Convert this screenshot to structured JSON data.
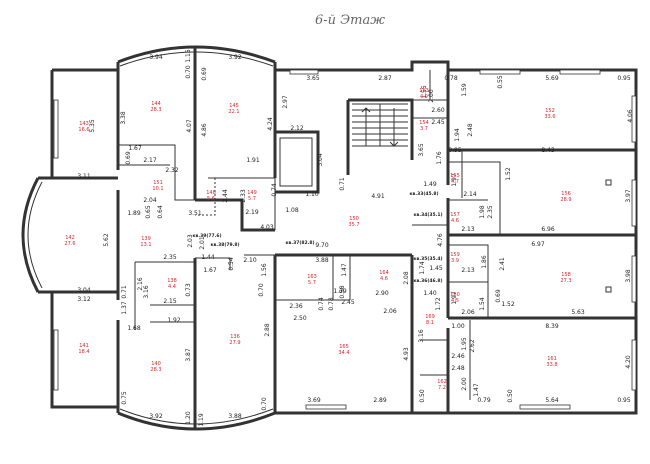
{
  "title": "6-й Этаж",
  "dimensions": {
    "d394": "3.94",
    "d070a": "0.70",
    "d015": "1.15",
    "d069a": "0.69",
    "d392": "3.92",
    "d365": "3.65",
    "d287": "2.87",
    "d155": "1.55",
    "d078": "0.78",
    "d159": "1.59",
    "d569": "5.69",
    "d055": "0.55",
    "d095a": "0.95",
    "d535": "5.35",
    "d338": "3.38",
    "d407": "4.07",
    "d486": "4.86",
    "d424": "4.24",
    "d297": "2.97",
    "d212": "2.12",
    "d304": "3.04",
    "d200": "2.00",
    "d260": "2.60",
    "d245": "2.45",
    "d194": "1.94",
    "d248": "2.48",
    "d406": "4.06",
    "d167": "1.67",
    "d069b": "0.69",
    "d217": "2.17",
    "d232": "2.32",
    "d191": "1.91",
    "d311": "3.11",
    "d110": "1.10",
    "d365b": "3.65",
    "d176": "1.76",
    "d095b": "0.95",
    "d843": "8.43",
    "d197": "1.97",
    "d152": "1.52",
    "d149": "1.49",
    "d204": "2.04",
    "d244": "2.44",
    "d233": "2.33",
    "d074": "0.74",
    "d071": "0.71",
    "d491": "4.91",
    "d214": "2.14",
    "d397": "3.97",
    "d189": "1.89",
    "d065": "0.65",
    "d064": "0.64",
    "d351": "3.51",
    "d219": "2.19",
    "d108": "1.08",
    "d403": "4.03",
    "d198": "1.98",
    "d235": "2.35",
    "d213a": "2.13",
    "d696": "6.96",
    "d562": "5.62",
    "d203": "2.03",
    "d201": "2.01",
    "d970": "9.70",
    "d476": "4.76",
    "d697": "6.97",
    "d235b": "2.35",
    "d144": "1.44",
    "d054": "0.54",
    "d210": "2.10",
    "d388": "3.88",
    "d186": "1.86",
    "d213b": "2.13",
    "d241": "2.41",
    "d398": "3.98",
    "d167b": "1.67",
    "d156": "1.56",
    "d147": "1.47",
    "d208": "2.08",
    "d174": "1.74",
    "d145": "1.45",
    "d304b": "3.04",
    "d312": "3.12",
    "d071b": "0.71",
    "d216": "2.16",
    "d316": "3.16",
    "d073": "0.73",
    "d070b": "0.70",
    "d139": "1.39",
    "d058": "0.58",
    "d290": "2.90",
    "d140": "1.40",
    "d197b": "1.97",
    "d069c": "0.69",
    "d152b": "1.52",
    "d137": "1.37",
    "d215": "2.15",
    "d236": "2.36",
    "d074b": "0.74",
    "d078b": "0.78",
    "d245b": "2.45",
    "d154": "1.54",
    "d563": "5.63",
    "d168": "1.68",
    "d192": "1.92",
    "d250": "2.50",
    "d206": "2.06",
    "d172": "1.72",
    "d206b": "2.06",
    "d839": "8.39",
    "d387": "3.87",
    "d288": "2.88",
    "d316b": "3.16",
    "d100": "1.00",
    "d195": "1.95",
    "d493": "4.93",
    "d246": "2.46",
    "d262": "2.62",
    "d248b": "2.48",
    "d200b": "2.00",
    "d147b": "1.47",
    "d420": "4.20",
    "d075": "0.75",
    "d369": "3.69",
    "d289": "2.89",
    "d050": "0.50",
    "d079": "0.79",
    "d564": "5.64",
    "d095c": "0.95",
    "d392b": "3.92",
    "d120": "1.20",
    "d388b": "3.88",
    "d119": "1.19",
    "d070c": "0.70"
  },
  "apartments": {
    "a39": "кв.39(77.6)",
    "a38": "кв.38(79.8)",
    "a37": "кв.37(82.8)",
    "a33": "кв.33(45.8)",
    "a34": "кв.34(35.1)",
    "a35": "кв.35(35.4)",
    "a36": "кв.36(46.8)"
  },
  "rooms": {
    "r143": "143",
    "r143a": "16.6",
    "r144": "144",
    "r144a": "28.3",
    "r145": "145",
    "r145a": "22.1",
    "r152": "152",
    "r152a": "33.6",
    "r142": "142",
    "r142a": "27.6",
    "r151": "151",
    "r151a": "10.1",
    "r148": "148",
    "r148a": "5.6",
    "r149": "149",
    "r149a": "5.7",
    "r150": "150",
    "r150a": "35.7",
    "r153": "153",
    "r153a": "4.9",
    "r154": "154",
    "r154a": "3.7",
    "r155": "155",
    "r155a": "4.7",
    "r156": "156",
    "r156a": "28.9",
    "r157": "157",
    "r157a": "4.6",
    "r139": "139",
    "r139a": "13.1",
    "r138": "138",
    "r138a": "4.4",
    "r163": "163",
    "r163a": "5.7",
    "r164": "164",
    "r164a": "4.6",
    "r158": "158",
    "r158a": "27.3",
    "r159": "159",
    "r159a": "3.9",
    "r160": "160",
    "r160a": "4.5",
    "r141": "141",
    "r141a": "18.4",
    "r140": "140",
    "r140a": "28.3",
    "r136": "136",
    "r136a": "27.9",
    "r165": "165",
    "r165a": "34.4",
    "r162": "162",
    "r162a": "7.2",
    "r161": "161",
    "r161a": "33.8",
    "r169": "169",
    "r169a": "8.1"
  }
}
